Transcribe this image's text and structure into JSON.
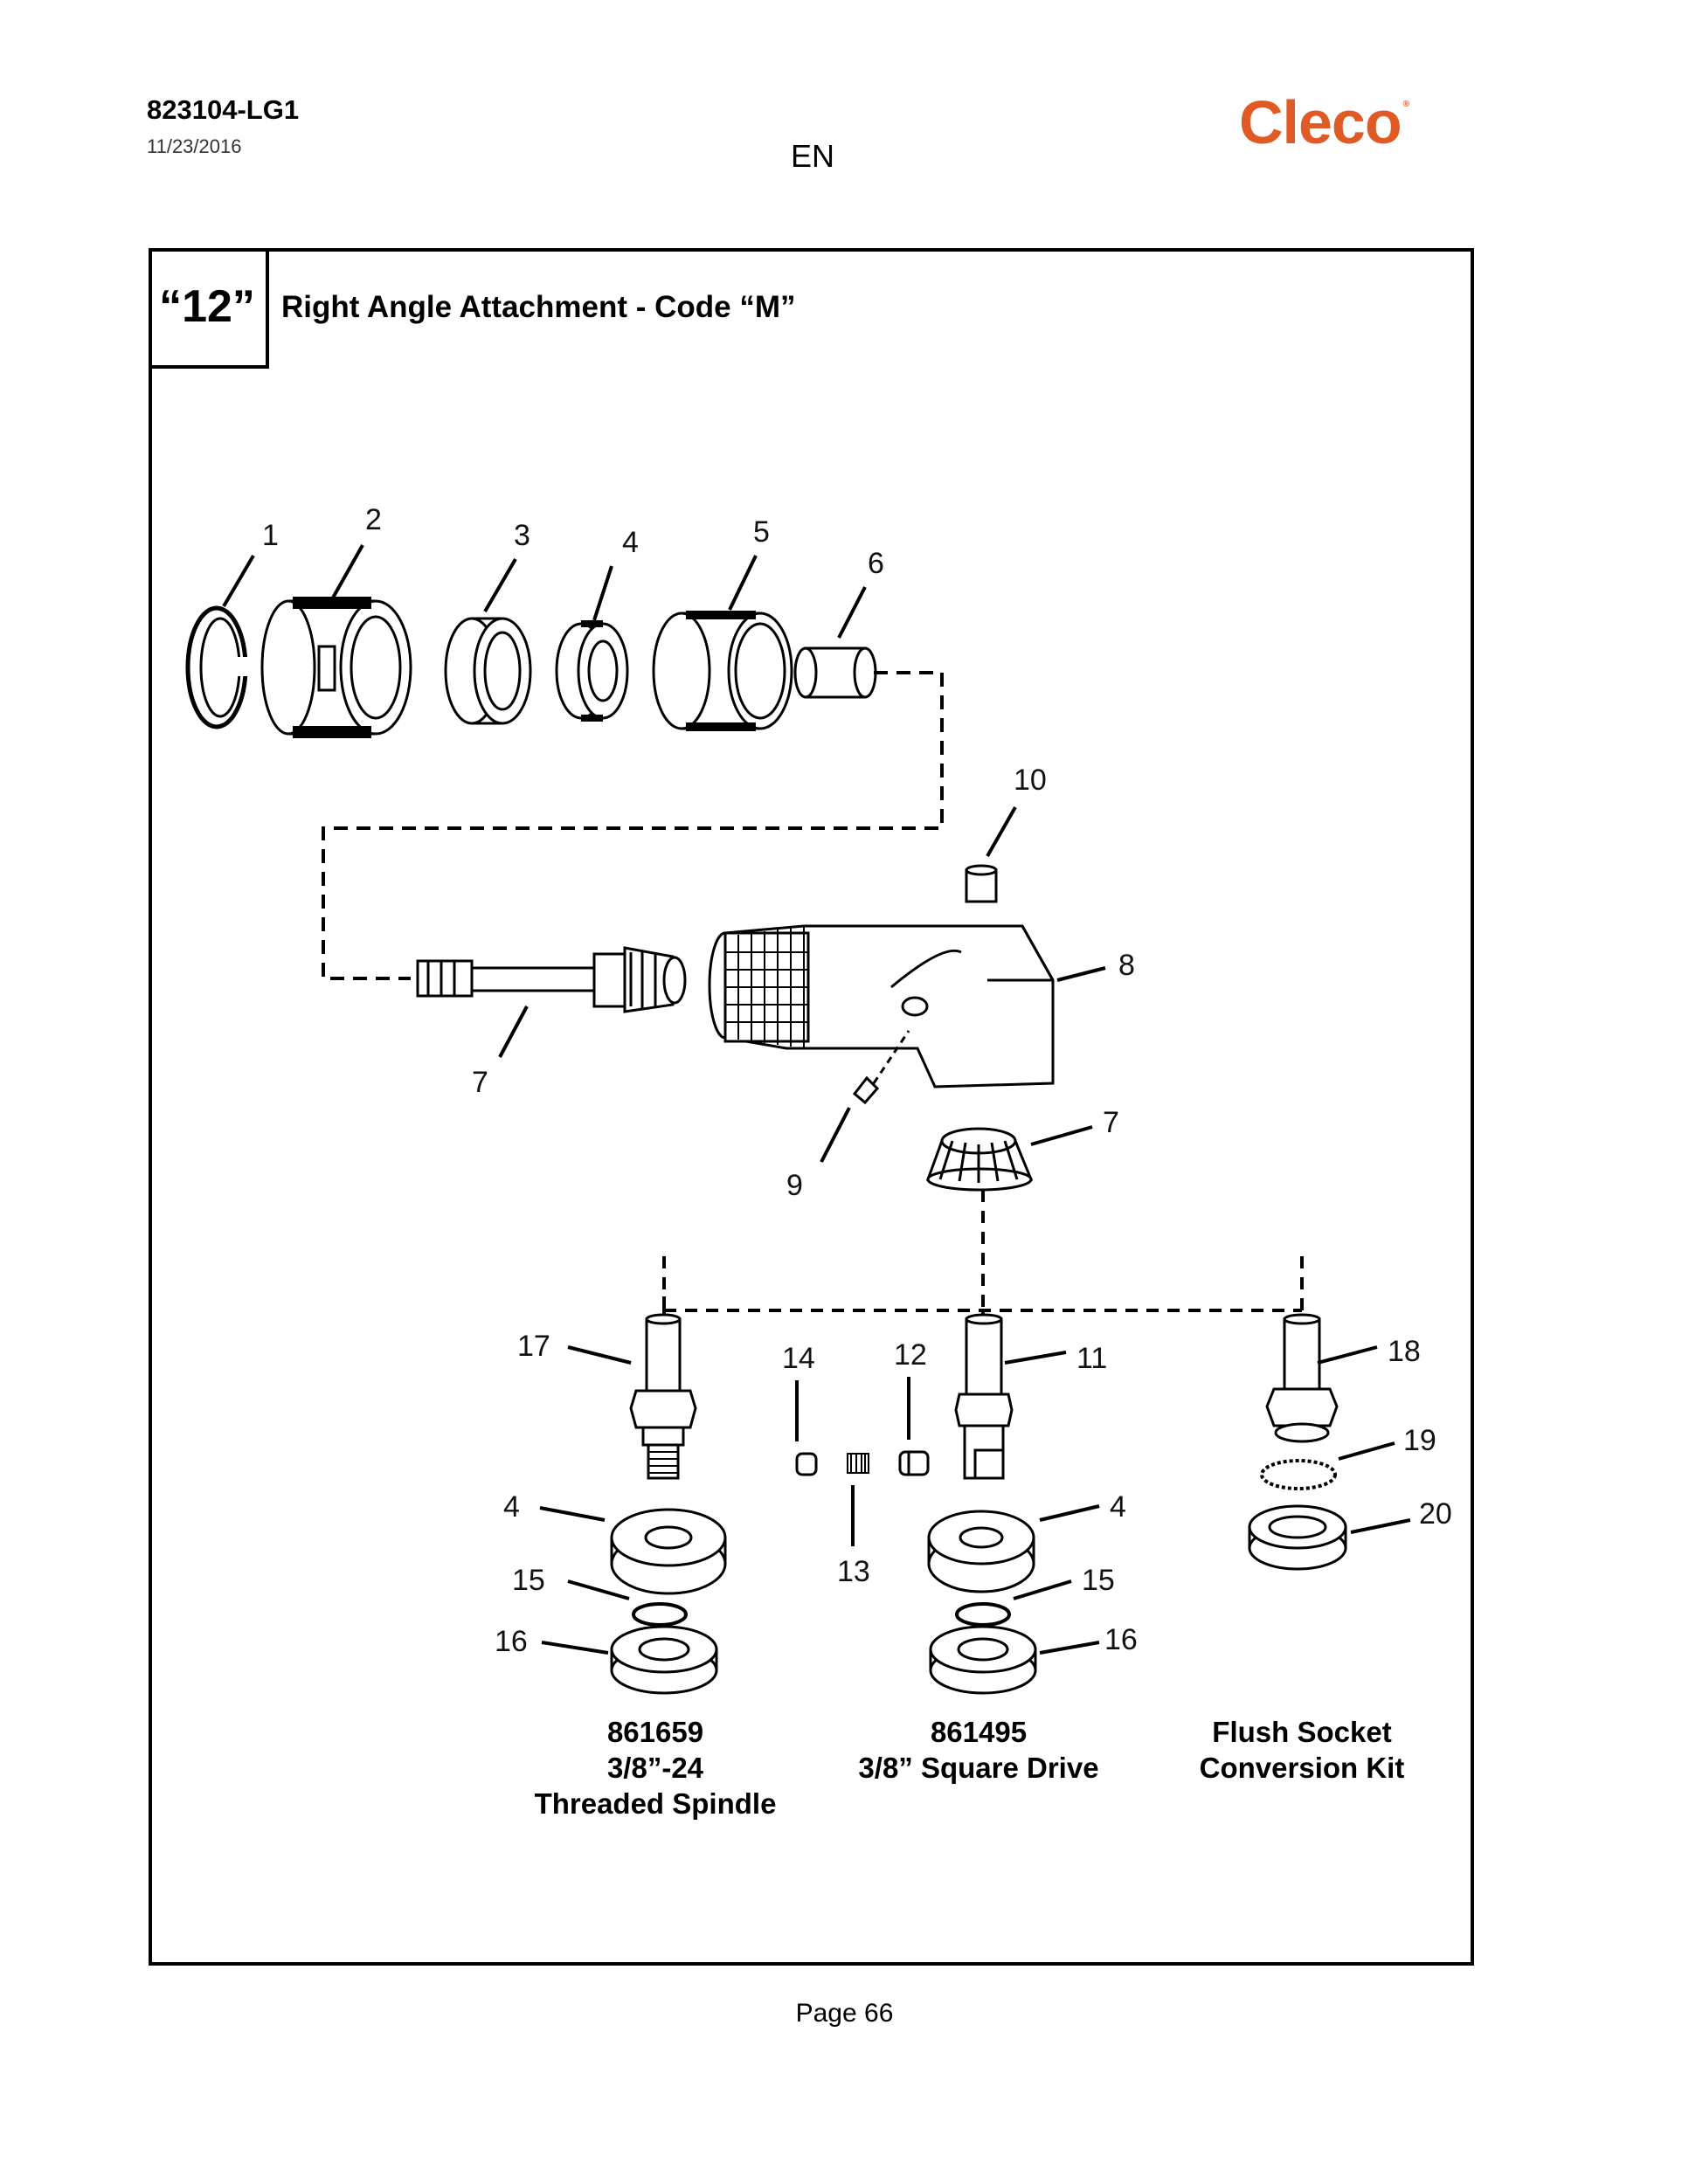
{
  "header": {
    "doc_id": "823104-LG1",
    "date": "11/23/2016",
    "language": "EN",
    "brand": "Cleco"
  },
  "section": {
    "number": "“12”",
    "title": "Right Angle Attachment - Code “M”"
  },
  "callouts": [
    "1",
    "2",
    "3",
    "4",
    "5",
    "6",
    "10",
    "8",
    "7",
    "9",
    "7",
    "17",
    "14",
    "12",
    "11",
    "18",
    "4",
    "13",
    "4",
    "15",
    "15",
    "16",
    "16",
    "19",
    "20"
  ],
  "kits": [
    {
      "part_number": "861659",
      "line2": "3/8”-24",
      "line3": "Threaded Spindle"
    },
    {
      "part_number": "861495",
      "line2": "3/8” Square Drive",
      "line3": ""
    },
    {
      "part_number": "",
      "line2": "Flush Socket",
      "line3": "Conversion Kit"
    }
  ],
  "footer": {
    "page": "Page 66"
  }
}
